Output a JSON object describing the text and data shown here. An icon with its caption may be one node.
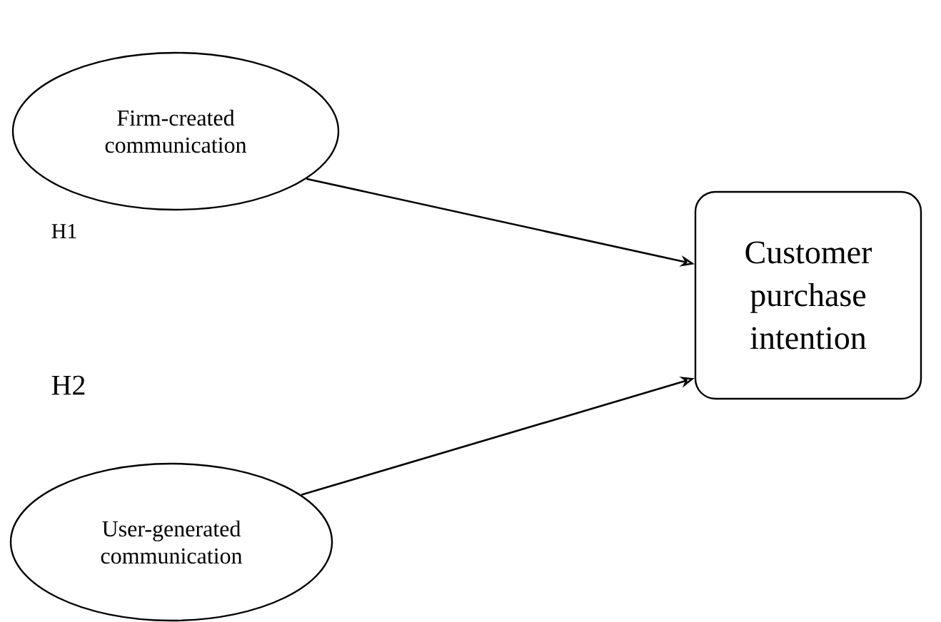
{
  "diagram": {
    "nodes": [
      {
        "text": [
          "Firm-created communication"
        ]
      },
      {
        "text": [
          "User-generated communication"
        ]
      },
      {
        "text": [
          "Customer purchase intention"
        ]
      }
    ],
    "edges": [
      {
        "from": 0,
        "to": 2,
        "arrow": "to"
      },
      {
        "from": 1,
        "to": 2,
        "arrow": "to"
      }
    ],
    "labels": [
      "H1",
      "H2"
    ]
  }
}
